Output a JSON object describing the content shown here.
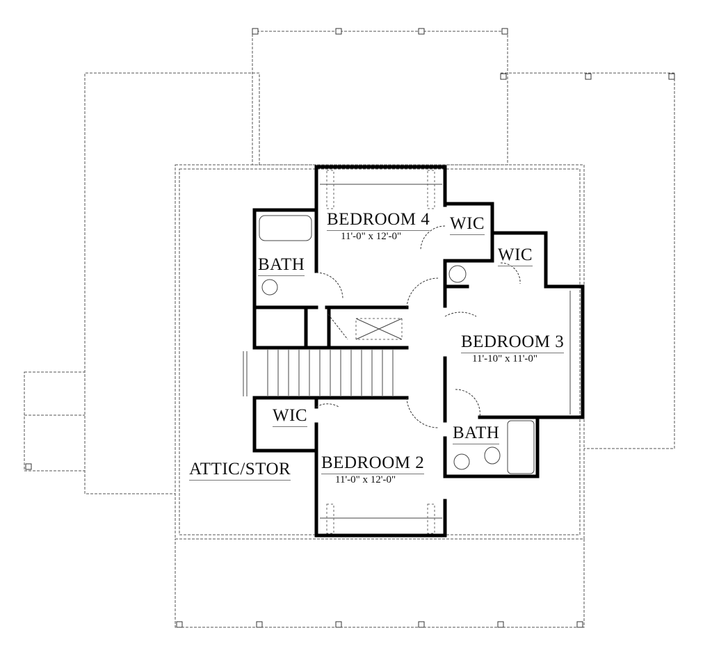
{
  "plan": {
    "rooms": [
      {
        "name": "BEDROOM 4",
        "size": "11'-0\" x 12'-0\""
      },
      {
        "name": "BEDROOM 3",
        "size": "11'-10\" x 11'-0\""
      },
      {
        "name": "BEDROOM 2",
        "size": "11'-0\" x 12'-0\""
      }
    ],
    "labels": {
      "bath_upper": "BATH",
      "bath_lower": "BATH",
      "wic_1": "WIC",
      "wic_2": "WIC",
      "wic_3": "WIC",
      "attic": "ATTIC/STOR"
    }
  }
}
